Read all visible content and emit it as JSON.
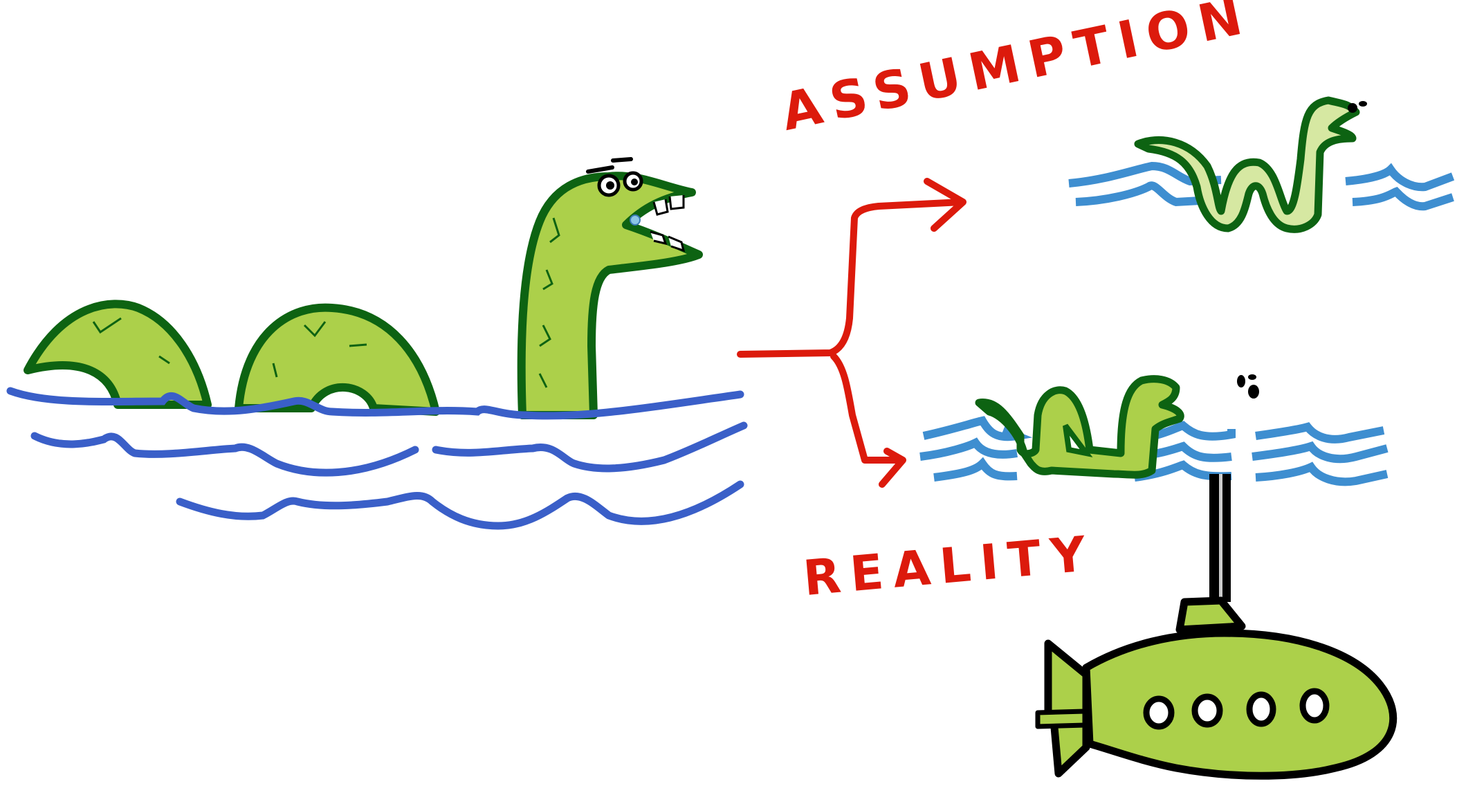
{
  "labels": {
    "assumption": "ASSUMPTION",
    "reality": "REALITY"
  },
  "colors": {
    "text_red": "#dc1a0c",
    "arrow_red": "#dc1a0c",
    "monster_fill": "#acd04a",
    "monster_outline": "#0d6312",
    "monster_light": "#d6e8a2",
    "wave_dark_blue": "#3a5fc8",
    "wave_light_blue": "#3e8ed0",
    "submarine_fill": "#acd04a",
    "outline_black": "#000000",
    "background": "#ffffff"
  },
  "scene": {
    "left": "sea-monster-with-humps-in-waves",
    "branch": "arrow-splitting-into-two",
    "top_outcome": "small-sea-monster-in-waves",
    "bottom_outcome": "cardboard-monster-on-periscope-of-submarine",
    "submarine_portholes": 4
  }
}
